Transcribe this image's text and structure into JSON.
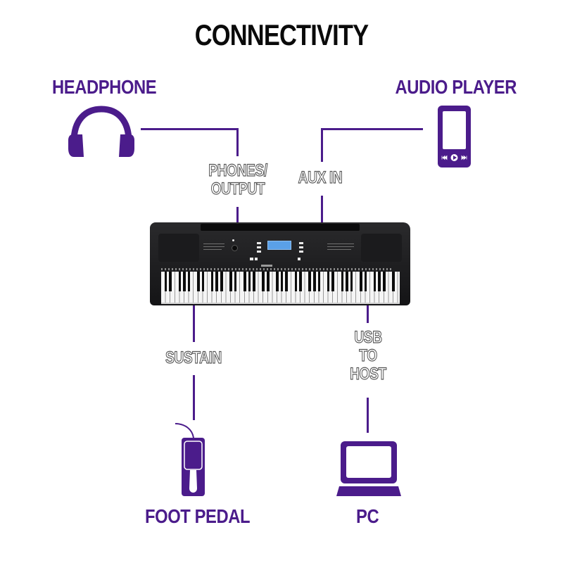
{
  "title": "CONNECTIVITY",
  "colors": {
    "accent": "#4b1c8b",
    "title": "#0a0a0a",
    "port_label_outline": "#555555",
    "background": "#ffffff"
  },
  "devices": {
    "headphone": {
      "label": "HEADPHONE",
      "icon": "headphones-icon",
      "port": "PHONES/\nOUTPUT"
    },
    "audio_player": {
      "label": "AUDIO PLAYER",
      "icon": "media-player-icon",
      "port": "AUX IN"
    },
    "foot_pedal": {
      "label": "FOOT PEDAL",
      "icon": "sustain-pedal-icon",
      "port": "SUSTAIN"
    },
    "pc": {
      "label": "PC",
      "icon": "laptop-icon",
      "port": "USB\nTO\nHOST"
    }
  },
  "center": {
    "name": "digital keyboard",
    "icon": "keyboard-image"
  }
}
